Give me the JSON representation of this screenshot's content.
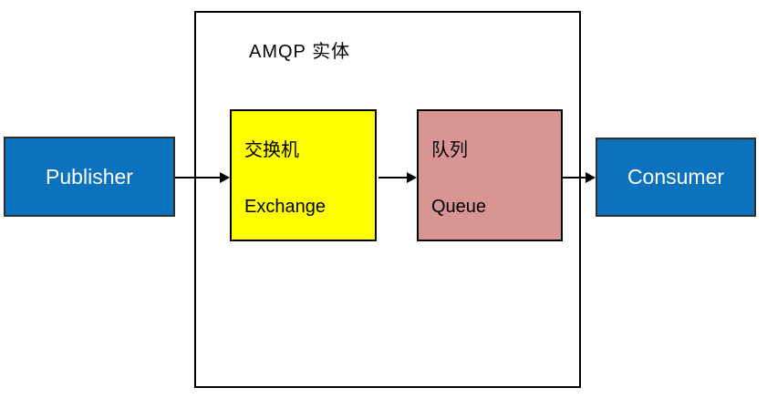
{
  "diagram": {
    "title": "AMQP  实体",
    "colors": {
      "endpoint_fill": "#0C72BE",
      "endpoint_border": "#2F2F2F",
      "endpoint_text": "#FFFFFF",
      "exchange_fill": "#FFFF00",
      "queue_fill": "#D99494",
      "inner_border": "#000000",
      "inner_text": "#000000",
      "container_border": "#000000",
      "arrow": "#000000",
      "background": "#FFFFFF"
    },
    "nodes": {
      "publisher": {
        "label": "Publisher"
      },
      "exchange": {
        "label_zh": "交换机",
        "label_en": "Exchange"
      },
      "queue": {
        "label_zh": "队列",
        "label_en": "Queue"
      },
      "consumer": {
        "label": "Consumer"
      }
    },
    "arrows": [
      {
        "from": "publisher",
        "to": "exchange"
      },
      {
        "from": "exchange",
        "to": "queue"
      },
      {
        "from": "queue",
        "to": "consumer"
      }
    ]
  }
}
